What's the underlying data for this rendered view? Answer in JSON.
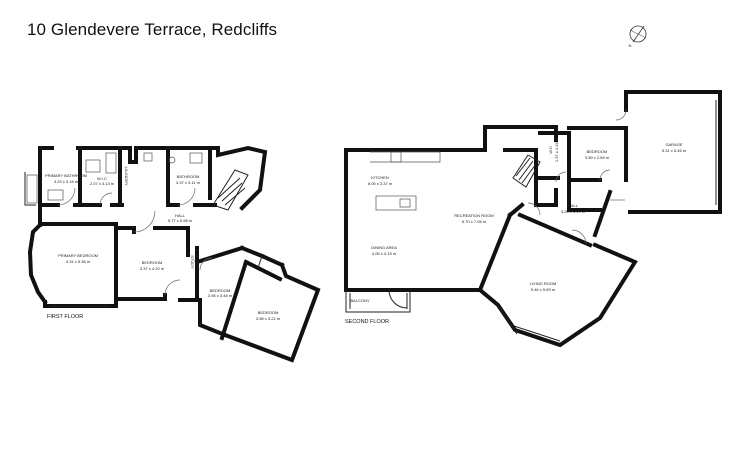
{
  "title": "10 Glendevere Terrace, Redcliffs",
  "compass_label": "N",
  "floors": {
    "first": "FIRST FLOOR",
    "second": "SECOND FLOOR"
  },
  "rooms": {
    "primary_bathroom": {
      "name": "PRIMARY BATHROOM",
      "dims": "3.23 x 3.16 m"
    },
    "wic": {
      "name": "W.I.C",
      "dims": "2.07 x 3.13 m"
    },
    "laundry": {
      "name": "LAUNDRY",
      "dims": ""
    },
    "bathroom": {
      "name": "BATHROOM",
      "dims": "3.37 x 3.11 m"
    },
    "hall_first": {
      "name": "HALL",
      "dims": "5.77 x 0.98 m"
    },
    "primary_bedroom": {
      "name": "PRIMARY BEDROOM",
      "dims": "4.31 x 5.36 m"
    },
    "bedroom_a": {
      "name": "BEDROOM",
      "dims": "3.37 x 4.20 m"
    },
    "study": {
      "name": "STUDY",
      "dims": "1.15 x 1.77 m"
    },
    "bedroom_b": {
      "name": "BEDROOM",
      "dims": "3.98 x 3.48 m"
    },
    "bedroom_c": {
      "name": "BEDROOM",
      "dims": "3.98 x 3.22 m"
    },
    "kitchen": {
      "name": "KITCHEN",
      "dims": "6.05 x 3.37 m"
    },
    "recreation": {
      "name": "RECREATION ROOM",
      "dims": "5.70 x 7.06 m"
    },
    "dining": {
      "name": "DINING AREA",
      "dims": "4.05 x 4.19 m"
    },
    "balcony": {
      "name": "BALCONY",
      "dims": ""
    },
    "living": {
      "name": "LIVING ROOM",
      "dims": "5.46 x 5.89 m"
    },
    "hall_second": {
      "name": "HALL",
      "dims": "3.20 x 3.17 m"
    },
    "bedroom_d": {
      "name": "BEDROOM",
      "dims": "3.59 x 2.65 m"
    },
    "garage": {
      "name": "GARAGE",
      "dims": "5.31 x 5.46 m"
    },
    "wc": {
      "name": "W.C",
      "dims": "1.37 x 1.34 m"
    }
  }
}
